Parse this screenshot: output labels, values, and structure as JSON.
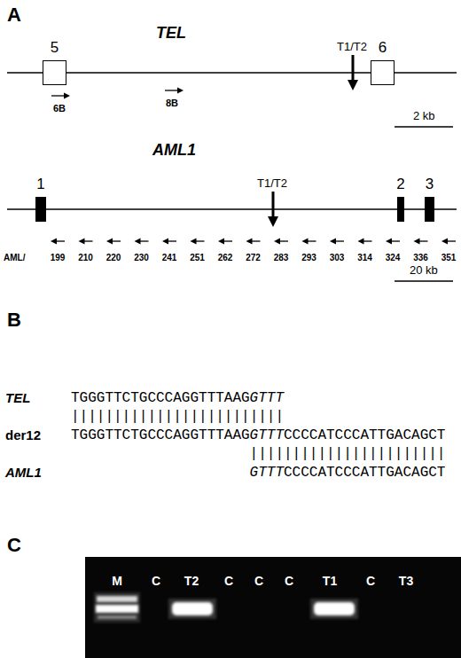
{
  "diagram": {
    "nodes": [
      {
        "text": [
          "5"
        ]
      },
      {
        "text": [
          "6"
        ]
      },
      {
        "text": [
          "1"
        ]
      },
      {
        "text": [
          "2"
        ]
      },
      {
        "text": [
          "3"
        ]
      }
    ],
    "edges": [
      {
        "from": 0,
        "to": 1,
        "arrow": "none"
      },
      {
        "from": 2,
        "to": 3,
        "arrow": "none"
      },
      {
        "from": 3,
        "to": 4,
        "arrow": "none"
      }
    ],
    "labels": [
      "A",
      "TEL",
      "T1/T2",
      "6B",
      "8B",
      "2 kb",
      "AML1",
      "T1/T2",
      "AML/",
      "199",
      "210",
      "220",
      "230",
      "241",
      "251",
      "262",
      "272",
      "283",
      "293",
      "303",
      "314",
      "324",
      "336",
      "351",
      "20 kb",
      "B",
      "TEL",
      "TGGGTTCTGCCCAGGTTTAAG",
      "GTTT",
      "|||||||||||||||||||||||||",
      "der12",
      "TGGGTTCTGCCCAGGTTTAAG",
      "GTTT",
      "CCCCATCCCATTGACAGCT",
      "|||||||||||||||||||||||",
      "AML1",
      "GTTT",
      "CCCCATCCCATTGACAGCT",
      "C",
      "M",
      "C",
      "T2",
      "C",
      "C",
      "C",
      "T1",
      "C",
      "T3"
    ]
  }
}
